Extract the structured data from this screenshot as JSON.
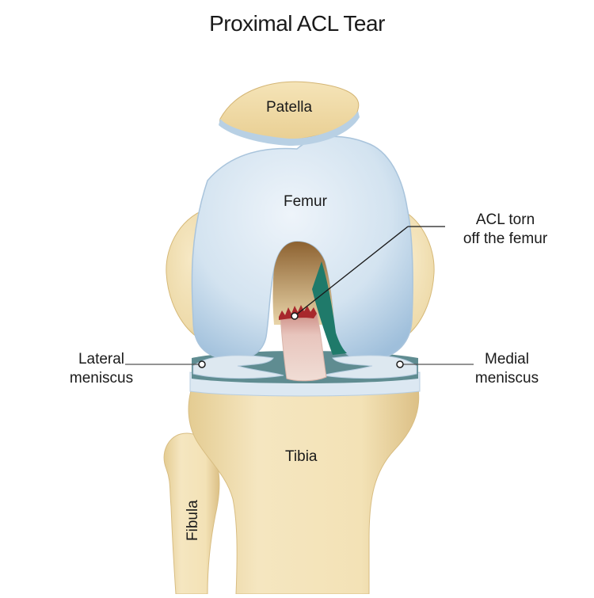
{
  "title": "Proximal ACL Tear",
  "structures": {
    "patella": "Patella",
    "femur": "Femur",
    "tibia": "Tibia",
    "fibula": "Fibula"
  },
  "callouts": {
    "acl": {
      "line1": "ACL torn",
      "line2": "off the femur"
    },
    "lateral_meniscus": {
      "line1": "Lateral",
      "line2": "meniscus"
    },
    "medial_meniscus": {
      "line1": "Medial",
      "line2": "meniscus"
    }
  },
  "colors": {
    "bone": "#f2dfb0",
    "cartilage": "#c9dcec",
    "meniscus": "#dde8f0",
    "tissue": "#5f8c91",
    "ligament_green": "#1f7a6a",
    "acl": "#e8c5bd",
    "tear": "#a8282c"
  }
}
